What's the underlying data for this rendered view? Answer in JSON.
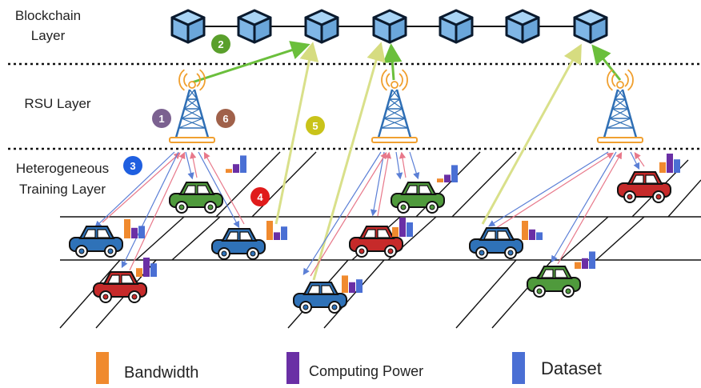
{
  "layers": {
    "blockchain_line1": "Blockchain",
    "blockchain_line2": "Layer",
    "rsu": "RSU Layer",
    "training_line1": "Heterogeneous",
    "training_line2": "Training Layer"
  },
  "steps": [
    {
      "label": "1",
      "color": "#7b6190"
    },
    {
      "label": "2",
      "color": "#5aa02c"
    },
    {
      "label": "3",
      "color": "#1f5fe0"
    },
    {
      "label": "4",
      "color": "#e01b1b"
    },
    {
      "label": "5",
      "color": "#c9c31a"
    },
    {
      "label": "6",
      "color": "#a0614a"
    }
  ],
  "legend": [
    {
      "label": "Bandwidth",
      "color": "#f08a2e"
    },
    {
      "label": "Computing Power",
      "color": "#6a2fa5"
    },
    {
      "label": "Dataset",
      "color": "#4a6fd4"
    }
  ],
  "colors": {
    "block_fill": "#a9d4f5",
    "block_stroke": "#0a1a2e",
    "tower": "#2f6fb5",
    "antenna_wave": "#f0a030",
    "car_blue": "#2f72b8",
    "car_green": "#4f9a3c",
    "car_red": "#c62a2a",
    "arrow_green": "#6bbf3c",
    "arrow_yellow": "#d9e08a",
    "arrow_blue": "#5b7fd6",
    "arrow_red": "#e8788a"
  }
}
